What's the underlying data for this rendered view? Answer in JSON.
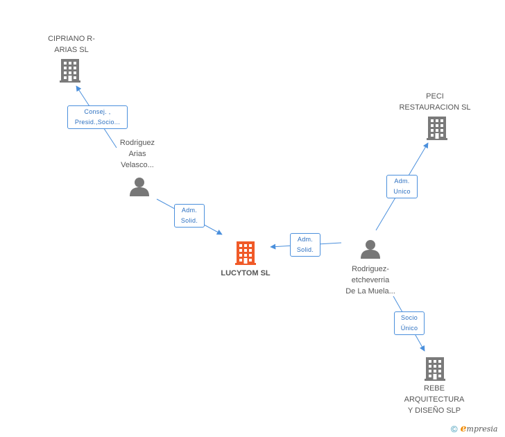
{
  "colors": {
    "edge": "#4a8fdc",
    "company": "#7a7a7a",
    "company_focus": "#f05a28",
    "person": "#777777"
  },
  "nodes": {
    "cipriano": {
      "label": "CIPRIANO R-\nARIAS SL",
      "icon": "building-icon"
    },
    "peci": {
      "label": "PECI\nRESTAURACION SL",
      "icon": "building-icon"
    },
    "lucytom": {
      "label": "LUCYTOM SL",
      "icon": "building-icon"
    },
    "rebe": {
      "label": "REBE\nARQUITECTURA\nY DISEÑO SLP",
      "icon": "building-icon"
    },
    "rodriguez_arias": {
      "label": "Rodriguez\nArias\nVelasco...",
      "icon": "person-icon"
    },
    "rodriguez_etcheverria": {
      "label": "Rodriguez-\netcheverria\nDe La Muela...",
      "icon": "person-icon"
    }
  },
  "edges": {
    "arias_to_cipriano": {
      "label": "Consej. ,\nPresid.,Socio..."
    },
    "arias_to_lucytom": {
      "label": "Adm.\nSolid."
    },
    "etch_to_lucytom": {
      "label": "Adm.\nSolid."
    },
    "etch_to_peci": {
      "label": "Adm.\nUnico"
    },
    "etch_to_rebe": {
      "label": "Socio\nÚnico"
    }
  },
  "footer": {
    "symbol": "©",
    "brand_initial": "e",
    "brand_rest": "mpresia"
  }
}
